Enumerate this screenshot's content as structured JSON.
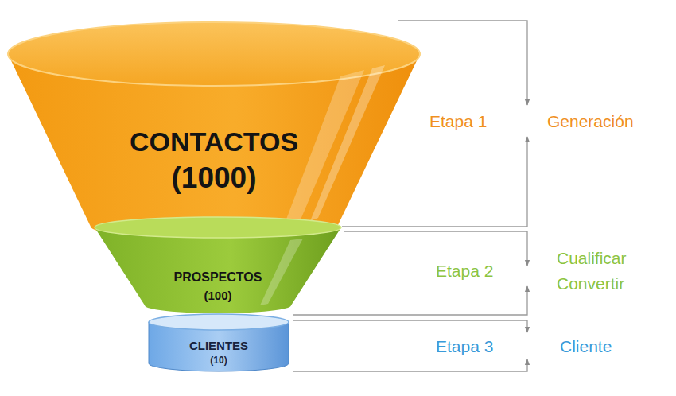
{
  "diagram": {
    "nodes": [
      {
        "text": [
          "CONTACTOS",
          "(1000)"
        ]
      },
      {
        "text": [
          "PROSPECTOS",
          "(100)"
        ]
      },
      {
        "text": [
          "CLIENTES",
          "(10)"
        ]
      }
    ],
    "labels": [
      "Etapa 1",
      "Generación",
      "Etapa 2",
      "Cualificar Convertir",
      "Etapa 3",
      "Cliente"
    ]
  }
}
